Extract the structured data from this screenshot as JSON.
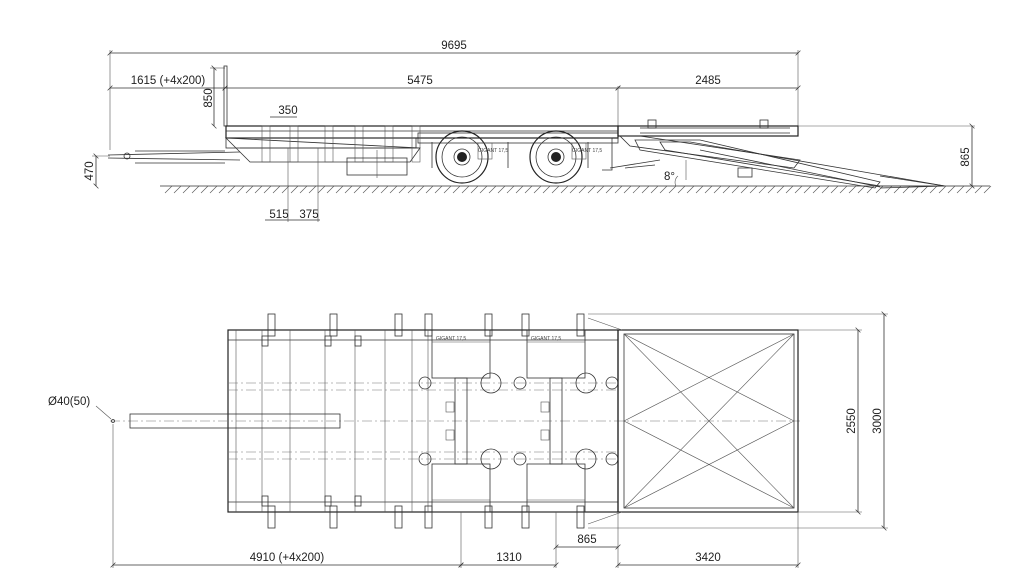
{
  "dimensions": {
    "overall_length": "9695",
    "drawbar_length": "1615 (+4x200)",
    "front_height": "850",
    "deck_length": "5475",
    "ramp_length": "2485",
    "stake_offset": "350",
    "coupling_height": "470",
    "deck_height": "865",
    "offset_a": "515",
    "offset_b": "375",
    "ramp_angle": "8°",
    "eye_diameter": "Ø40(50)",
    "front_to_axle": "4910 (+4x200)",
    "axle_spacing": "1310",
    "rear_overhang": "865",
    "ramp_platform": "3420",
    "inner_width": "2550",
    "outer_width": "3000"
  },
  "labels": {
    "axle_brand_1": "GIGANT 17,5",
    "axle_brand_2": "GIGANT 17,5"
  }
}
